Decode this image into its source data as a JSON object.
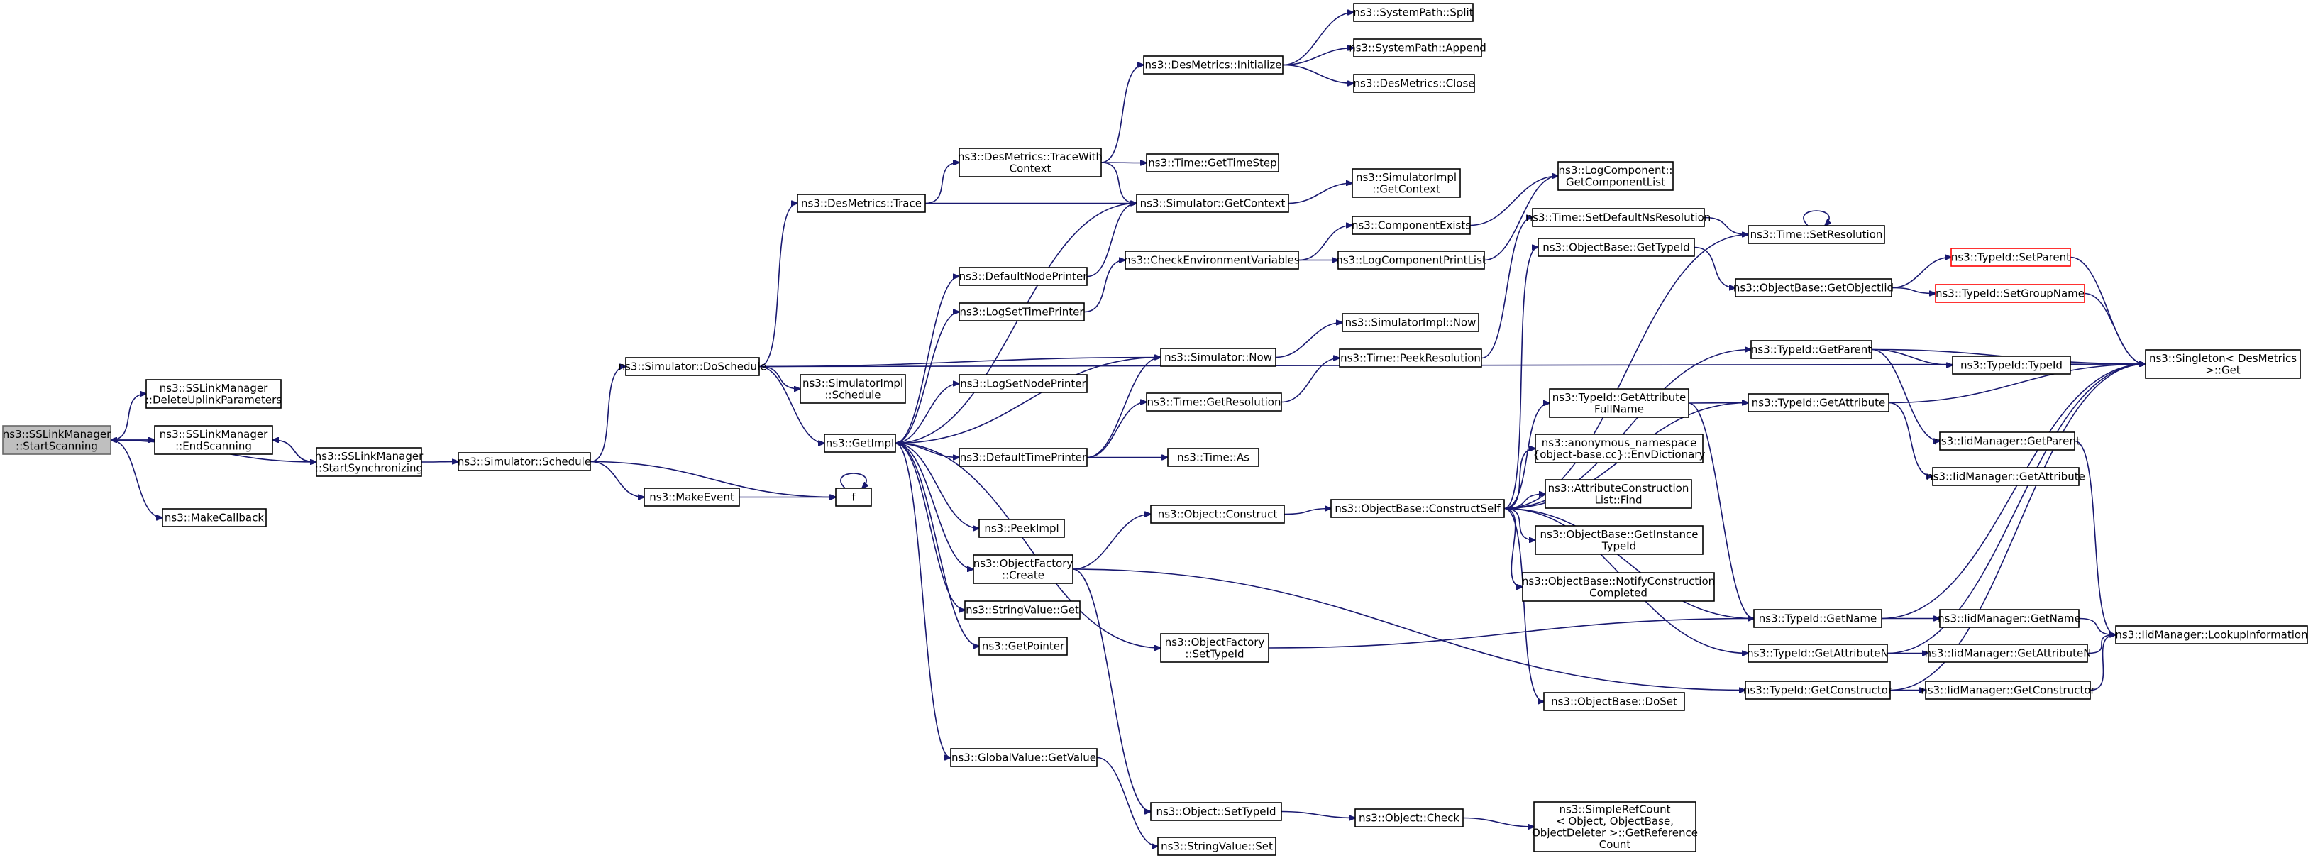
{
  "graph": {
    "edge_color": "#191970",
    "root_fill": "#bfbfbf",
    "missing_border": "#ff0000",
    "nodes": [
      {
        "id": "start_scanning",
        "lines": [
          "ns3::SSLinkManager",
          "::StartScanning"
        ],
        "style": "root"
      },
      {
        "id": "delete_uplink",
        "lines": [
          "ns3::SSLinkManager",
          "::DeleteUplinkParameters"
        ]
      },
      {
        "id": "end_scanning",
        "lines": [
          "ns3::SSLinkManager",
          "::EndScanning"
        ]
      },
      {
        "id": "make_callback",
        "lines": [
          "ns3::MakeCallback"
        ]
      },
      {
        "id": "start_sync",
        "lines": [
          "ns3::SSLinkManager",
          "::StartSynchronizing"
        ]
      },
      {
        "id": "sim_schedule",
        "lines": [
          "ns3::Simulator::Schedule"
        ]
      },
      {
        "id": "sim_doschedule",
        "lines": [
          "ns3::Simulator::DoSchedule"
        ]
      },
      {
        "id": "make_event",
        "lines": [
          "ns3::MakeEvent"
        ]
      },
      {
        "id": "f",
        "lines": [
          "f"
        ]
      },
      {
        "id": "des_trace",
        "lines": [
          "ns3::DesMetrics::Trace"
        ]
      },
      {
        "id": "simimpl_schedule",
        "lines": [
          "ns3::SimulatorImpl",
          "::Schedule"
        ]
      },
      {
        "id": "get_impl",
        "lines": [
          "ns3::GetImpl"
        ]
      },
      {
        "id": "des_trace_ctx",
        "lines": [
          "ns3::DesMetrics::TraceWith",
          "Context"
        ]
      },
      {
        "id": "des_init",
        "lines": [
          "ns3::DesMetrics::Initialize"
        ]
      },
      {
        "id": "sp_split",
        "lines": [
          "ns3::SystemPath::Split"
        ]
      },
      {
        "id": "sp_append",
        "lines": [
          "ns3::SystemPath::Append"
        ]
      },
      {
        "id": "des_close",
        "lines": [
          "ns3::DesMetrics::Close"
        ]
      },
      {
        "id": "time_timestep",
        "lines": [
          "ns3::Time::GetTimeStep"
        ]
      },
      {
        "id": "sim_getcontext",
        "lines": [
          "ns3::Simulator::GetContext"
        ]
      },
      {
        "id": "simimpl_getcontext",
        "lines": [
          "ns3::SimulatorImpl",
          "::GetContext"
        ]
      },
      {
        "id": "logcomp_list",
        "lines": [
          "ns3::LogComponent::",
          "GetComponentList"
        ]
      },
      {
        "id": "default_node_printer",
        "lines": [
          "ns3::DefaultNodePrinter"
        ]
      },
      {
        "id": "log_set_time_printer",
        "lines": [
          "ns3::LogSetTimePrinter"
        ]
      },
      {
        "id": "check_env",
        "lines": [
          "ns3::CheckEnvironmentVariables"
        ]
      },
      {
        "id": "comp_exists",
        "lines": [
          "ns3::ComponentExists"
        ]
      },
      {
        "id": "log_comp_printlist",
        "lines": [
          "ns3::LogComponentPrintList"
        ]
      },
      {
        "id": "simimpl_now",
        "lines": [
          "ns3::SimulatorImpl::Now"
        ]
      },
      {
        "id": "sim_now",
        "lines": [
          "ns3::Simulator::Now"
        ]
      },
      {
        "id": "log_set_node_printer",
        "lines": [
          "ns3::LogSetNodePrinter"
        ]
      },
      {
        "id": "default_time_printer",
        "lines": [
          "ns3::DefaultTimePrinter"
        ]
      },
      {
        "id": "time_getres",
        "lines": [
          "ns3::Time::GetResolution"
        ]
      },
      {
        "id": "time_as",
        "lines": [
          "ns3::Time::As"
        ]
      },
      {
        "id": "time_peekres",
        "lines": [
          "ns3::Time::PeekResolution"
        ]
      },
      {
        "id": "time_setdefaultns",
        "lines": [
          "ns3::Time::SetDefaultNsResolution"
        ]
      },
      {
        "id": "time_setres",
        "lines": [
          "ns3::Time::SetResolution"
        ]
      },
      {
        "id": "peek_impl",
        "lines": [
          "ns3::PeekImpl"
        ]
      },
      {
        "id": "objfactory_create",
        "lines": [
          "ns3::ObjectFactory",
          "::Create"
        ]
      },
      {
        "id": "stringvalue_get",
        "lines": [
          "ns3::StringValue::Get"
        ]
      },
      {
        "id": "get_pointer",
        "lines": [
          "ns3::GetPointer"
        ]
      },
      {
        "id": "objfactory_settypeid",
        "lines": [
          "ns3::ObjectFactory",
          "::SetTypeId"
        ]
      },
      {
        "id": "globalvalue_getvalue",
        "lines": [
          "ns3::GlobalValue::GetValue"
        ]
      },
      {
        "id": "object_construct",
        "lines": [
          "ns3::Object::Construct"
        ]
      },
      {
        "id": "object_settypeid",
        "lines": [
          "ns3::Object::SetTypeId"
        ]
      },
      {
        "id": "stringvalue_set",
        "lines": [
          "ns3::StringValue::Set"
        ]
      },
      {
        "id": "object_check",
        "lines": [
          "ns3::Object::Check"
        ]
      },
      {
        "id": "simplerefcount",
        "lines": [
          "ns3::SimpleRefCount",
          "< Object, ObjectBase,",
          "ObjectDeleter >::GetReference",
          "Count"
        ]
      },
      {
        "id": "objbase_construct",
        "lines": [
          "ns3::ObjectBase::ConstructSelf"
        ]
      },
      {
        "id": "objbase_gettypeid",
        "lines": [
          "ns3::ObjectBase::GetTypeId"
        ]
      },
      {
        "id": "objbase_getobjecttid",
        "lines": [
          "ns3::ObjectBase::GetObjectIid"
        ]
      },
      {
        "id": "typeid_setparent",
        "lines": [
          "ns3::TypeId::SetParent"
        ],
        "style": "missing"
      },
      {
        "id": "typeid_setgroupname",
        "lines": [
          "ns3::TypeId::SetGroupName"
        ],
        "style": "missing"
      },
      {
        "id": "typeid_getparent",
        "lines": [
          "ns3::TypeId::GetParent"
        ]
      },
      {
        "id": "typeid_typeid",
        "lines": [
          "ns3::TypeId::TypeId"
        ]
      },
      {
        "id": "singleton_get",
        "lines": [
          "ns3::Singleton< DesMetrics",
          ">::Get"
        ]
      },
      {
        "id": "typeid_getattrfullname",
        "lines": [
          "ns3::TypeId::GetAttribute",
          "FullName"
        ]
      },
      {
        "id": "typeid_getattr",
        "lines": [
          "ns3::TypeId::GetAttribute"
        ]
      },
      {
        "id": "iid_getparent",
        "lines": [
          "ns3::IidManager::GetParent"
        ]
      },
      {
        "id": "iid_getattr",
        "lines": [
          "ns3::IidManager::GetAttribute"
        ]
      },
      {
        "id": "anon_envdict",
        "lines": [
          "ns3::anonymous_namespace",
          "{object-base.cc}::EnvDictionary"
        ]
      },
      {
        "id": "attrcons_find",
        "lines": [
          "ns3::AttributeConstruction",
          "List::Find"
        ]
      },
      {
        "id": "objbase_getinstance",
        "lines": [
          "ns3::ObjectBase::GetInstance",
          "TypeId"
        ]
      },
      {
        "id": "objbase_notify",
        "lines": [
          "ns3::ObjectBase::NotifyConstruction",
          "Completed"
        ]
      },
      {
        "id": "typeid_getname",
        "lines": [
          "ns3::TypeId::GetName"
        ]
      },
      {
        "id": "iid_getname",
        "lines": [
          "ns3::IidManager::GetName"
        ]
      },
      {
        "id": "iid_lookup",
        "lines": [
          "ns3::IidManager::LookupInformation"
        ]
      },
      {
        "id": "typeid_getattrn",
        "lines": [
          "ns3::TypeId::GetAttributeN"
        ]
      },
      {
        "id": "iid_getattrn",
        "lines": [
          "ns3::IidManager::GetAttributeN"
        ]
      },
      {
        "id": "typeid_getconstructor",
        "lines": [
          "ns3::TypeId::GetConstructor"
        ]
      },
      {
        "id": "iid_getconstructor",
        "lines": [
          "ns3::IidManager::GetConstructor"
        ]
      },
      {
        "id": "objbase_doset",
        "lines": [
          "ns3::ObjectBase::DoSet"
        ]
      }
    ],
    "edges": [
      [
        "start_scanning",
        "delete_uplink"
      ],
      [
        "start_scanning",
        "end_scanning"
      ],
      [
        "start_scanning",
        "make_callback"
      ],
      [
        "end_scanning",
        "start_scanning"
      ],
      [
        "end_scanning",
        "start_sync"
      ],
      [
        "start_sync",
        "start_scanning"
      ],
      [
        "start_sync",
        "end_scanning"
      ],
      [
        "start_sync",
        "sim_schedule"
      ],
      [
        "sim_schedule",
        "sim_doschedule"
      ],
      [
        "sim_schedule",
        "make_event"
      ],
      [
        "sim_schedule",
        "f"
      ],
      [
        "make_event",
        "f"
      ],
      [
        "f",
        "f"
      ],
      [
        "sim_doschedule",
        "des_trace"
      ],
      [
        "sim_doschedule",
        "singleton_get"
      ],
      [
        "sim_doschedule",
        "sim_now"
      ],
      [
        "sim_doschedule",
        "simimpl_schedule"
      ],
      [
        "sim_doschedule",
        "get_impl"
      ],
      [
        "des_trace",
        "des_trace_ctx"
      ],
      [
        "des_trace",
        "sim_getcontext"
      ],
      [
        "des_trace_ctx",
        "des_init"
      ],
      [
        "des_trace_ctx",
        "time_timestep"
      ],
      [
        "des_trace_ctx",
        "sim_getcontext"
      ],
      [
        "des_init",
        "sp_split"
      ],
      [
        "des_init",
        "sp_append"
      ],
      [
        "des_init",
        "des_close"
      ],
      [
        "sim_getcontext",
        "simimpl_getcontext"
      ],
      [
        "get_impl",
        "sim_getcontext"
      ],
      [
        "get_impl",
        "default_node_printer"
      ],
      [
        "get_impl",
        "log_set_time_printer"
      ],
      [
        "get_impl",
        "log_set_node_printer"
      ],
      [
        "get_impl",
        "default_time_printer"
      ],
      [
        "get_impl",
        "peek_impl"
      ],
      [
        "get_impl",
        "objfactory_create"
      ],
      [
        "get_impl",
        "stringvalue_get"
      ],
      [
        "get_impl",
        "get_pointer"
      ],
      [
        "get_impl",
        "objfactory_settypeid"
      ],
      [
        "get_impl",
        "globalvalue_getvalue"
      ],
      [
        "default_node_printer",
        "sim_getcontext"
      ],
      [
        "log_set_time_printer",
        "check_env"
      ],
      [
        "check_env",
        "comp_exists"
      ],
      [
        "check_env",
        "log_comp_printlist"
      ],
      [
        "comp_exists",
        "logcomp_list"
      ],
      [
        "log_comp_printlist",
        "logcomp_list"
      ],
      [
        "sim_now",
        "simimpl_now"
      ],
      [
        "sim_now",
        "get_impl"
      ],
      [
        "default_time_printer",
        "sim_now"
      ],
      [
        "default_time_printer",
        "time_getres"
      ],
      [
        "default_time_printer",
        "time_as"
      ],
      [
        "time_getres",
        "time_peekres"
      ],
      [
        "time_peekres",
        "time_setdefaultns"
      ],
      [
        "time_setdefaultns",
        "time_setres"
      ],
      [
        "time_setres",
        "time_setres"
      ],
      [
        "objfactory_create",
        "object_construct"
      ],
      [
        "objfactory_create",
        "object_settypeid"
      ],
      [
        "objfactory_create",
        "typeid_getconstructor"
      ],
      [
        "objfactory_settypeid",
        "typeid_getname"
      ],
      [
        "globalvalue_getvalue",
        "stringvalue_set"
      ],
      [
        "object_construct",
        "objbase_construct"
      ],
      [
        "object_settypeid",
        "object_check"
      ],
      [
        "object_check",
        "simplerefcount"
      ],
      [
        "objbase_construct",
        "objbase_gettypeid"
      ],
      [
        "objbase_construct",
        "time_setres"
      ],
      [
        "objbase_construct",
        "typeid_getparent"
      ],
      [
        "objbase_construct",
        "typeid_getattrfullname"
      ],
      [
        "objbase_construct",
        "typeid_getattr"
      ],
      [
        "objbase_construct",
        "anon_envdict"
      ],
      [
        "objbase_construct",
        "attrcons_find"
      ],
      [
        "objbase_construct",
        "objbase_getinstance"
      ],
      [
        "objbase_construct",
        "objbase_notify"
      ],
      [
        "objbase_construct",
        "typeid_getname"
      ],
      [
        "objbase_construct",
        "typeid_getattrn"
      ],
      [
        "objbase_construct",
        "objbase_doset"
      ],
      [
        "objbase_gettypeid",
        "objbase_getobjecttid"
      ],
      [
        "objbase_getobjecttid",
        "typeid_setparent"
      ],
      [
        "objbase_getobjecttid",
        "typeid_setgroupname"
      ],
      [
        "typeid_setparent",
        "singleton_get"
      ],
      [
        "typeid_setgroupname",
        "singleton_get"
      ],
      [
        "typeid_getparent",
        "singleton_get"
      ],
      [
        "typeid_getparent",
        "typeid_typeid"
      ],
      [
        "typeid_getparent",
        "iid_getparent"
      ],
      [
        "typeid_getattrfullname",
        "typeid_getattr"
      ],
      [
        "typeid_getattrfullname",
        "typeid_getname"
      ],
      [
        "typeid_getattr",
        "singleton_get"
      ],
      [
        "typeid_getattr",
        "iid_getattr"
      ],
      [
        "iid_getparent",
        "iid_lookup"
      ],
      [
        "typeid_getname",
        "singleton_get"
      ],
      [
        "typeid_getname",
        "iid_getname"
      ],
      [
        "iid_getname",
        "iid_lookup"
      ],
      [
        "typeid_getattrn",
        "singleton_get"
      ],
      [
        "typeid_getattrn",
        "iid_getattrn"
      ],
      [
        "iid_getattrn",
        "iid_lookup"
      ],
      [
        "typeid_getconstructor",
        "singleton_get"
      ],
      [
        "typeid_getconstructor",
        "iid_getconstructor"
      ],
      [
        "iid_getconstructor",
        "iid_lookup"
      ]
    ]
  }
}
